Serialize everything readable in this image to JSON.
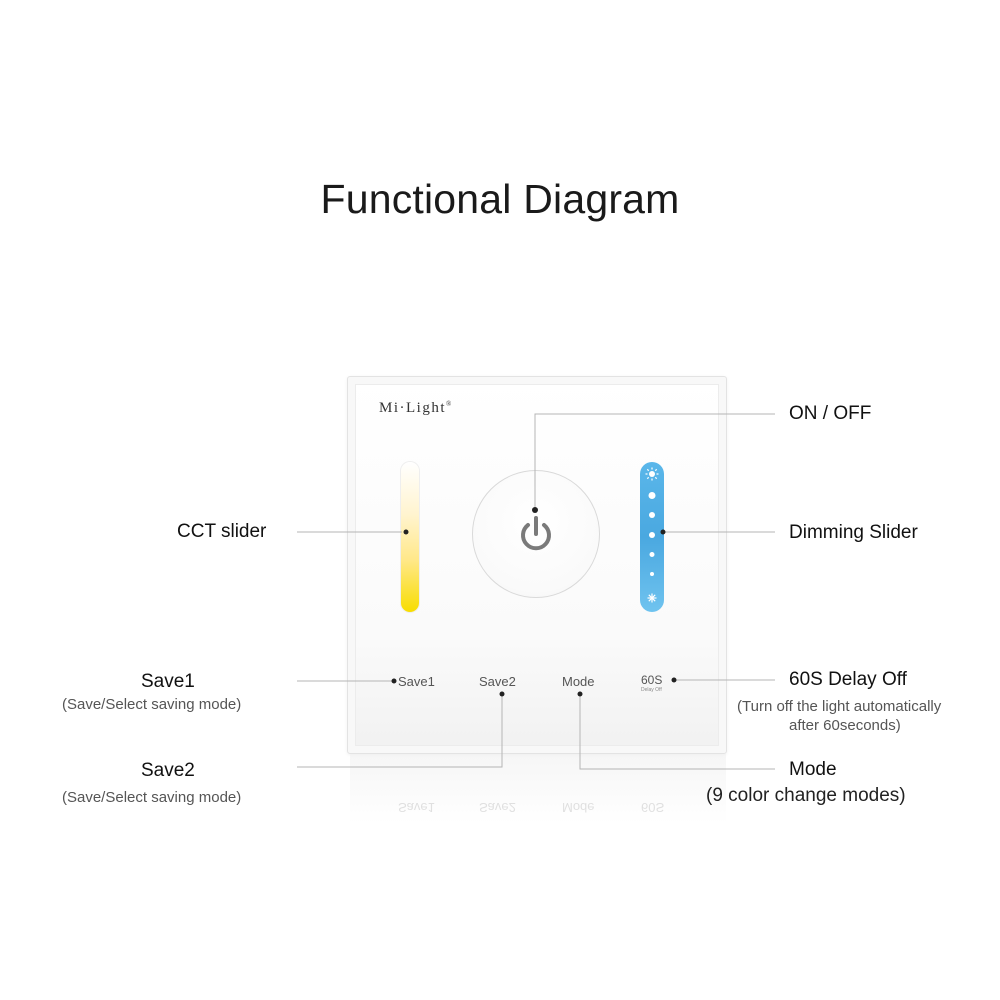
{
  "title": "Functional Diagram",
  "panel": {
    "brand": "Mi·Light",
    "brand_mark": "®",
    "buttons": {
      "save1": "Save1",
      "save2": "Save2",
      "mode": "Mode",
      "delay": "60S",
      "delay_sub": "Delay Off"
    },
    "cct_colors": [
      "#ffffff",
      "#f8dd00"
    ],
    "dim_color": "#4aa8e0"
  },
  "callouts": {
    "on_off": "ON / OFF",
    "cct": "CCT slider",
    "dimming": "Dimming Slider",
    "save1": {
      "label": "Save1",
      "desc": "(Save/Select saving mode)"
    },
    "save2": {
      "label": "Save2",
      "desc": "(Save/Select saving mode)"
    },
    "delay": {
      "label": "60S Delay Off",
      "desc1": "(Turn off the light automatically",
      "desc2": "after 60seconds)"
    },
    "mode": {
      "label": "Mode",
      "desc": "(9 color change modes)"
    }
  },
  "icons": [
    "power-icon",
    "sun-icon",
    "brightness-dot-icons",
    "dim-icon"
  ]
}
